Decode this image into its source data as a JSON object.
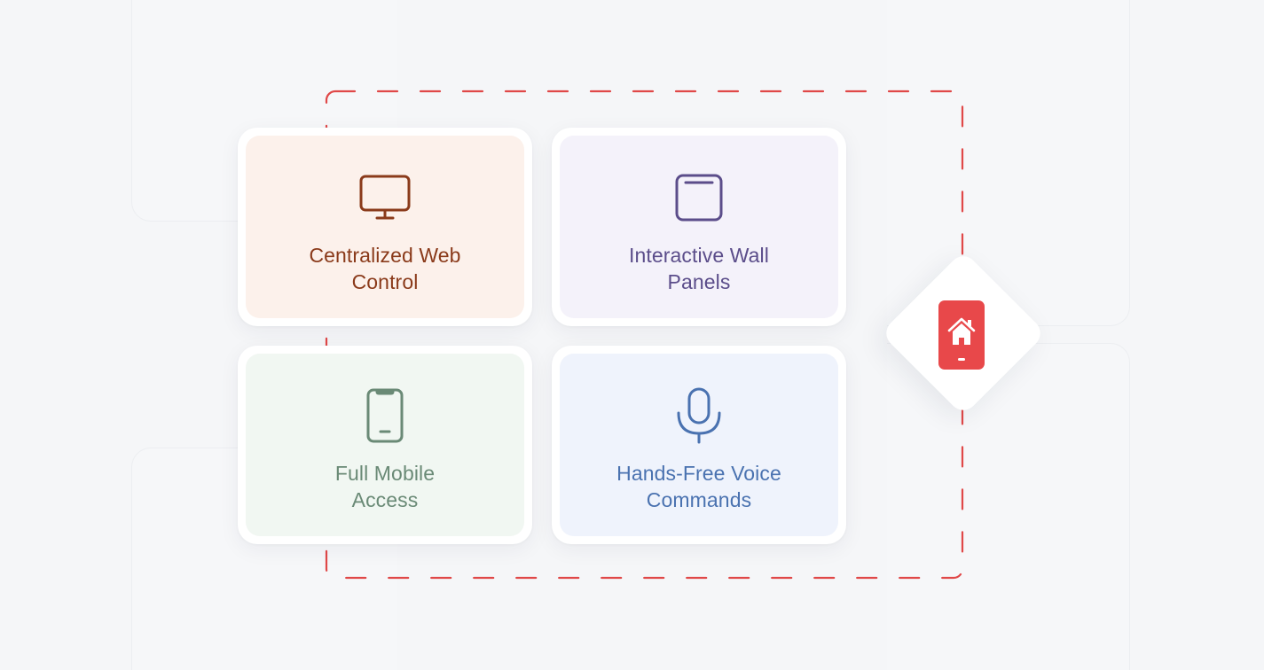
{
  "diagram": {
    "frame_color": "#e04848",
    "background_color": "#f5f6f8",
    "cards": [
      {
        "id": "web-control",
        "icon": "monitor-icon",
        "label_lines": [
          "Centralized Web",
          "Control"
        ],
        "accent": "#8a3a1a",
        "tint": "#fcf1eb"
      },
      {
        "id": "wall-panels",
        "icon": "wall-panel-icon",
        "label_lines": [
          "Interactive Wall",
          "Panels"
        ],
        "accent": "#5b4d8a",
        "tint": "#f4f2fa"
      },
      {
        "id": "mobile-access",
        "icon": "smartphone-icon",
        "label_lines": [
          "Full Mobile",
          "Access"
        ],
        "accent": "#6a8a76",
        "tint": "#f1f7f2"
      },
      {
        "id": "voice-commands",
        "icon": "microphone-icon",
        "label_lines": [
          "Hands-Free Voice",
          "Commands"
        ],
        "accent": "#4a72b0",
        "tint": "#eff3fc"
      }
    ],
    "hub": {
      "icon": "smart-home-phone-icon",
      "color": "#e8484a"
    }
  }
}
